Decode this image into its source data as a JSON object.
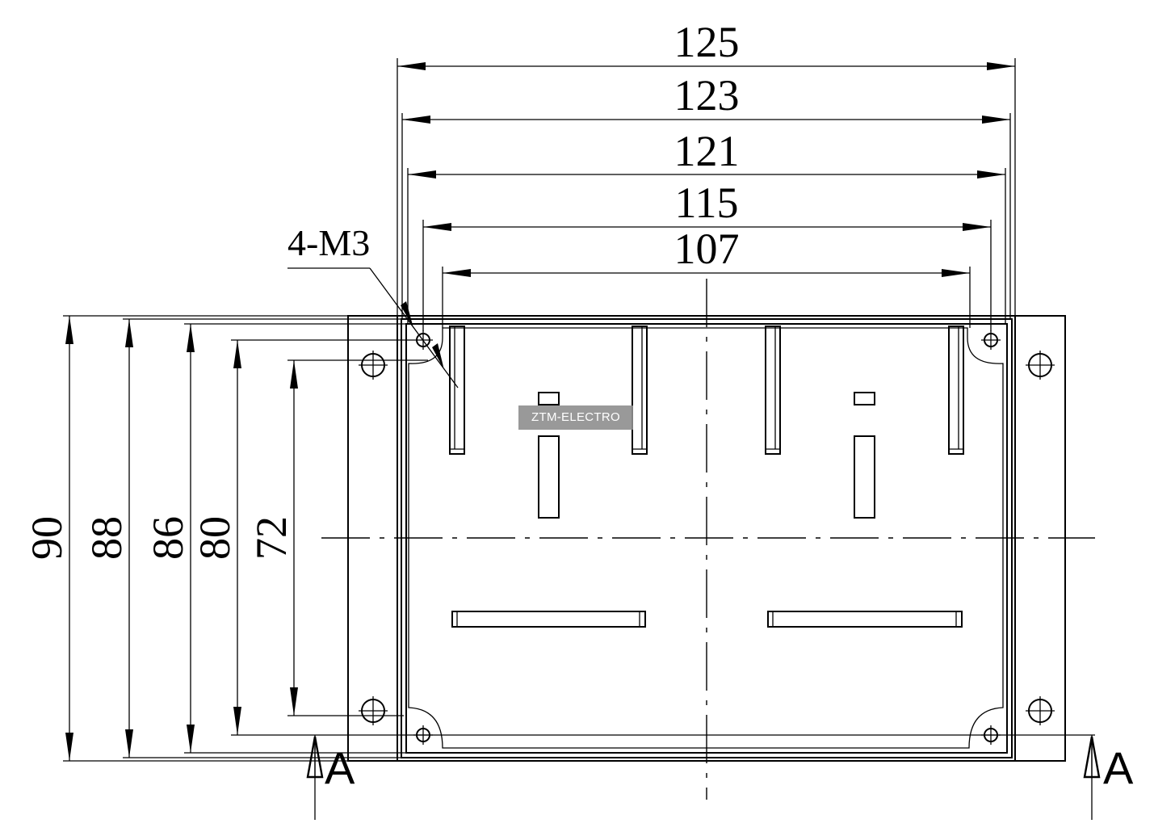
{
  "watermark": "ZTM-ELECTRO",
  "dimensions": {
    "horizontal": [
      "125",
      "123",
      "121",
      "115",
      "107"
    ],
    "vertical": [
      "90",
      "88",
      "86",
      "80",
      "72"
    ]
  },
  "callout": "4-M3",
  "section": {
    "left": "A",
    "right": "A"
  }
}
